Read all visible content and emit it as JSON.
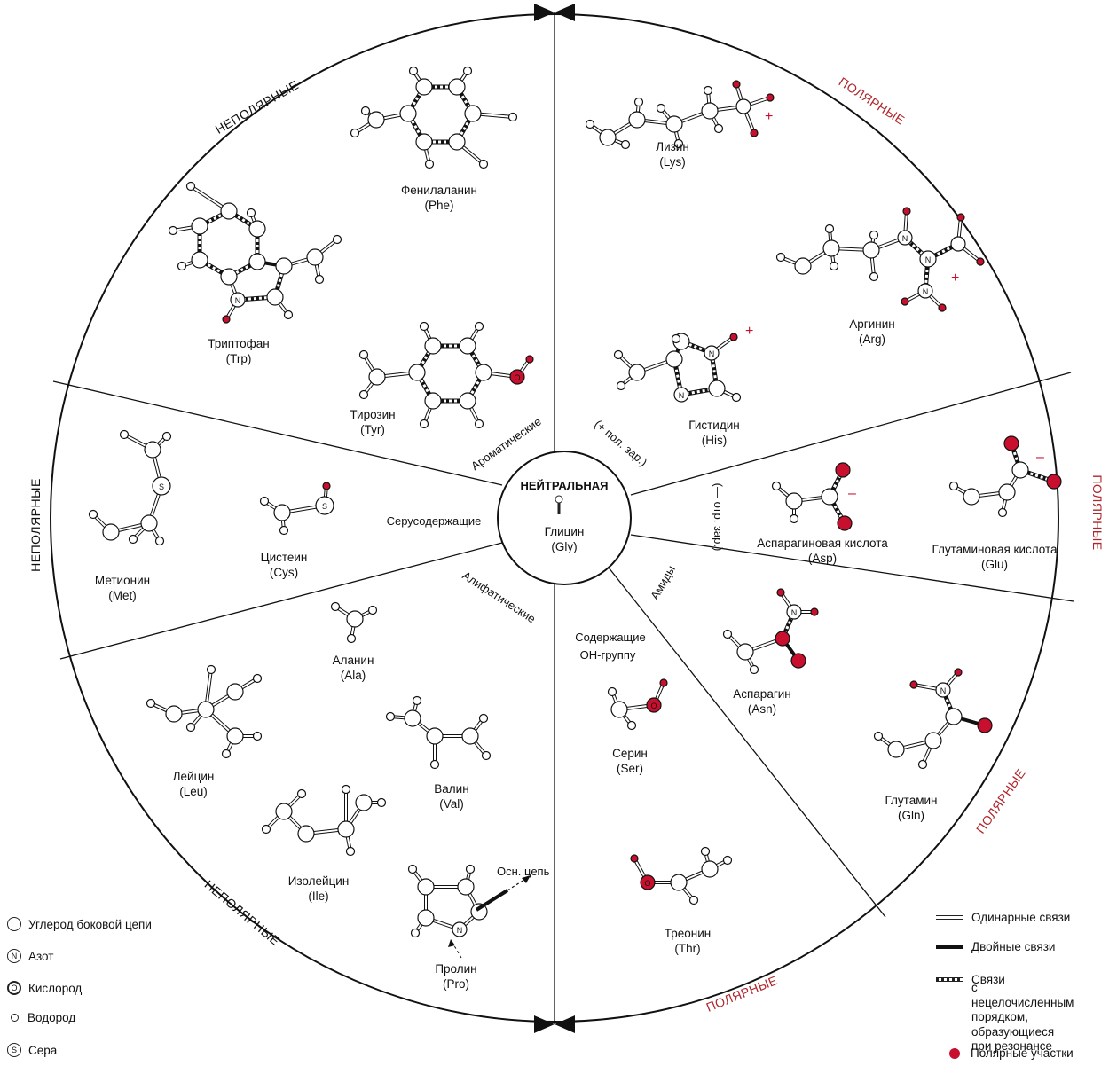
{
  "center": {
    "title": "НЕЙТРАЛЬНАЯ",
    "name": "Глицин",
    "abbr": "(Gly)"
  },
  "sections": {
    "nonpolar_top": "НЕПОЛЯРНЫЕ",
    "nonpolar_left": "НЕПОЛЯРНЫЕ",
    "nonpolar_bottom": "НЕПОЛЯРНЫЕ",
    "polar_top": "ПОЛЯРНЫЕ",
    "polar_right": "ПОЛЯРНЫЕ",
    "polar_right_lower": "ПОЛЯРНЫЕ",
    "polar_bottom": "ПОЛЯРНЫЕ"
  },
  "categories": {
    "aromatic": "Ароматические",
    "sulfur": "Серусодержащие",
    "aliphatic": "Алифатические",
    "hydroxyl_1": "Содержащие",
    "hydroxyl_2": "ОН-группу",
    "amides": "Амиды",
    "positive": "(+ пол. зар.)",
    "negative": "(— отр. зар.)"
  },
  "amino_acids": [
    {
      "name": "Фенилаланин",
      "abbr": "(Phe)"
    },
    {
      "name": "Триптофан",
      "abbr": "(Trp)"
    },
    {
      "name": "Тирозин",
      "abbr": "(Tyr)"
    },
    {
      "name": "Метионин",
      "abbr": "(Met)"
    },
    {
      "name": "Цистеин",
      "abbr": "(Cys)"
    },
    {
      "name": "Аланин",
      "abbr": "(Ala)"
    },
    {
      "name": "Лейцин",
      "abbr": "(Leu)"
    },
    {
      "name": "Валин",
      "abbr": "(Val)"
    },
    {
      "name": "Изолейцин",
      "abbr": "(Ile)"
    },
    {
      "name": "Пролин",
      "abbr": "(Pro)"
    },
    {
      "name": "Серин",
      "abbr": "(Ser)"
    },
    {
      "name": "Треонин",
      "abbr": "(Thr)"
    },
    {
      "name": "Аспарагин",
      "abbr": "(Asn)"
    },
    {
      "name": "Глутамин",
      "abbr": "(Gln)"
    },
    {
      "name": "Аспарагиновая кислота",
      "abbr": "(Asp)"
    },
    {
      "name": "Глутаминовая кислота",
      "abbr": "(Glu)"
    },
    {
      "name": "Лизин",
      "abbr": "(Lys)"
    },
    {
      "name": "Аргинин",
      "abbr": "(Arg)"
    },
    {
      "name": "Гистидин",
      "abbr": "(His)"
    }
  ],
  "annotations": {
    "main_chain": "Осн. цепь",
    "plus": "+",
    "minus": "–",
    "sulfur": "S",
    "nitrogen": "N",
    "oxygen": "O"
  },
  "legend_atoms": [
    {
      "symbol": "",
      "label": "Углерод боковой цепи"
    },
    {
      "symbol": "N",
      "label": "Азот"
    },
    {
      "symbol": "O",
      "label": "Кислород"
    },
    {
      "symbol": "",
      "label": "Водород"
    },
    {
      "symbol": "S",
      "label": "Сера"
    }
  ],
  "legend_bonds": {
    "single": "Одинарные связи",
    "double": "Двойные связи",
    "resonance_1": "Связи",
    "resonance_2": "с нецелочисленным",
    "resonance_3": "порядком,",
    "resonance_4": "образующиеся",
    "resonance_5": "при резонансе",
    "polar": "Полярные участки"
  },
  "colors": {
    "polar_red": "#c8102e",
    "polar_text": "#b0262b",
    "line": "#111111"
  }
}
